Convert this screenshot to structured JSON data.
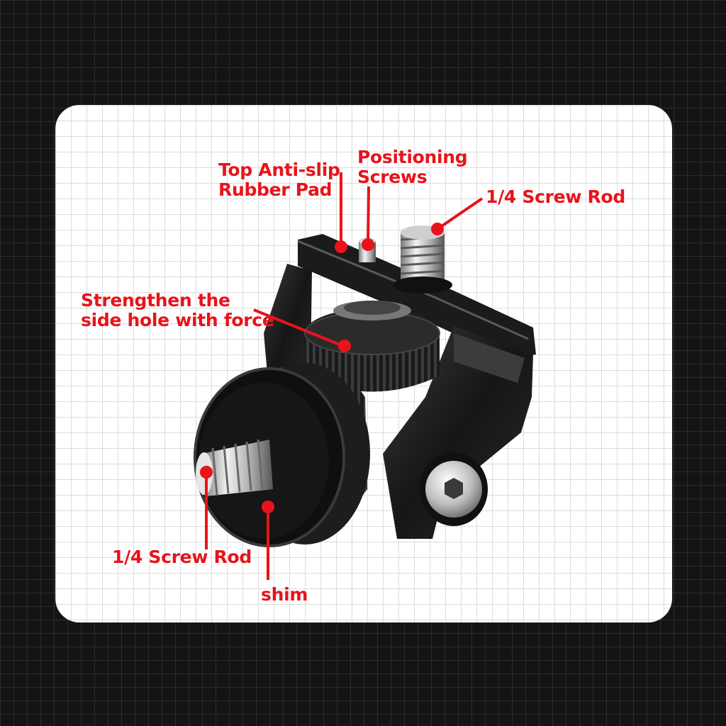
{
  "labels": {
    "top_pad": [
      "Top Anti-slip",
      "Rubber Pad"
    ],
    "positioning_screws": [
      "Positioning",
      "Screws"
    ],
    "screw_rod_top": "1/4 Screw Rod",
    "side_hole": [
      "Strengthen the",
      "side hole with force"
    ],
    "screw_rod_bottom": "1/4 Screw Rod",
    "shim": "shim"
  },
  "colors": {
    "accent": "#e8131b",
    "background": "#141414",
    "card": "#ffffff",
    "metal": "#1c1c1c"
  }
}
